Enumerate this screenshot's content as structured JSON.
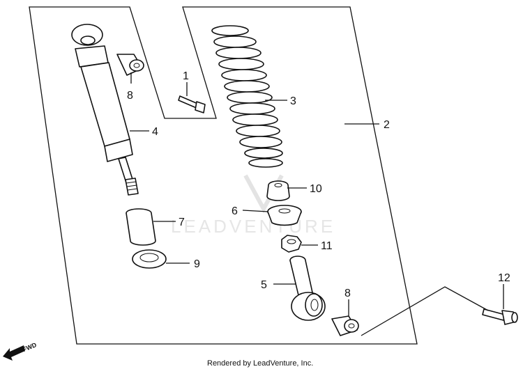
{
  "callouts": {
    "c1": "1",
    "c2": "2",
    "c3": "3",
    "c4": "4",
    "c5": "5",
    "c6": "6",
    "c7": "7",
    "c8a": "8",
    "c8b": "8",
    "c9": "9",
    "c10": "10",
    "c11": "11",
    "c12": "12"
  },
  "watermark": "LEADVENTURE",
  "fwd_label": "FWD",
  "footer": "Rendered by LeadVenture, Inc."
}
